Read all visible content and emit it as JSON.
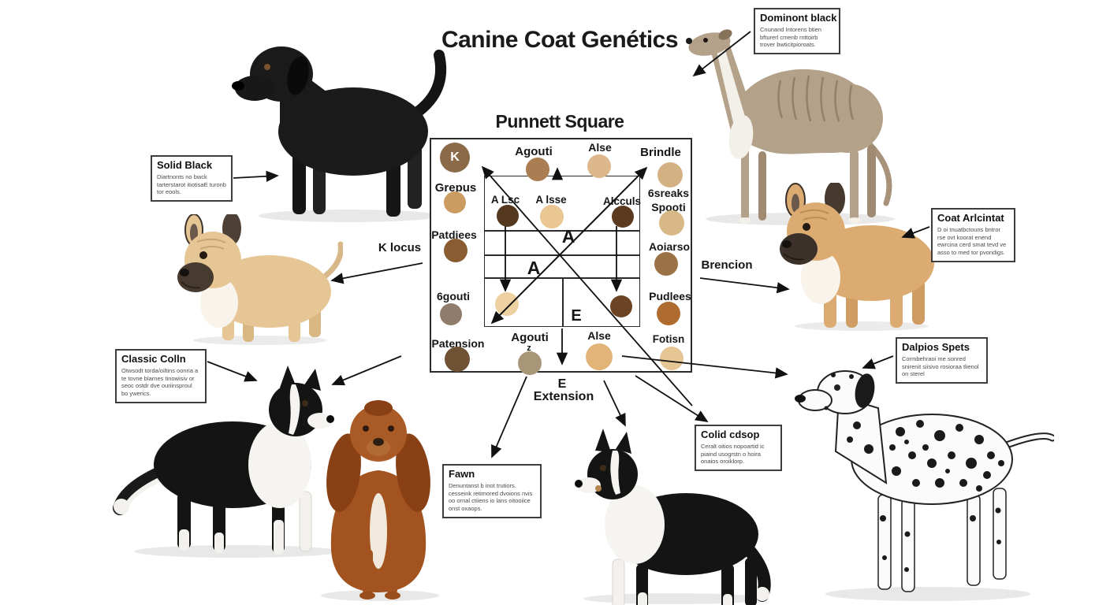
{
  "title": "Canine Coat Genétics",
  "punnett": {
    "heading": "Punnett Square",
    "letters": {
      "a_upper": "A",
      "a_lower": "A",
      "e_inner": "E",
      "z_mark": "z"
    },
    "extension": {
      "e": "E",
      "label": "Extension"
    },
    "alleles": {
      "k_circle": {
        "label": "K",
        "color": "#8a6a49"
      },
      "agouti_top": {
        "label": "Agouti",
        "color": "#ab7d52"
      },
      "alse_top": {
        "label": "Alse",
        "color": "#dcb88c"
      },
      "brindle": {
        "label": "Brindle",
        "color": "#d4b183"
      },
      "grepus": {
        "label": "Grepus",
        "color": "#cb9b62"
      },
      "a_lsc": {
        "label": "A Lsc",
        "color": "#53381f"
      },
      "a_lase": {
        "label": "A lsse",
        "color": "#e9c692"
      },
      "alcculs": {
        "label": "Alcculs",
        "color": "#5c3a1f"
      },
      "bsreaks": {
        "label": "6sreaks",
        "label2": "Spooti",
        "color": "#d9b887"
      },
      "aoiarso": {
        "label": "Aoiarso",
        "color": "#9b7146"
      },
      "pudlees": {
        "label": "Pudlees",
        "color": "#b06c30"
      },
      "patdiees": {
        "label": "Patdiees",
        "color": "#8a5c31"
      },
      "bgouti": {
        "label": "6gouti",
        "color": "#8f7c6a"
      },
      "patension": {
        "label": "Patension",
        "color": "#6f5233"
      },
      "agouti_bottom": {
        "label": "Agouti",
        "color": "#a99678"
      },
      "alse_bottom": {
        "label": "Alse",
        "color": "#e2b478"
      },
      "fotisn": {
        "label": "Fotisn",
        "color": "#e4c593"
      },
      "cream_cell": {
        "color": "#edd1a1"
      },
      "dark_cell": {
        "color": "#6a4423"
      }
    }
  },
  "arrow_labels": {
    "k_locus": "K locus",
    "brencion": "Brencion"
  },
  "boxes": {
    "solid_black": {
      "title": "Solid Black",
      "body": "Diartnonts no bwck tarterstarot itiotisaE turonb tor eools."
    },
    "dominant_black": {
      "title": "Dominont black",
      "body": "Cnunand Intorens btien bfturerl cmenb rnttoirb trover bwticitpioroats."
    },
    "coat_arkintat": {
      "title": "Coat Arlcintat",
      "body": "D oi tnuatbctouns bntror rse ovt koorat enend ewrcina cerd smat tevd ve asso to med tor pvondigs."
    },
    "classic_colln": {
      "title": "Classic Colln",
      "body": "Otwsodt torda/oiltins oonria a te tovne blarnes tinowisiv or seoc ostdr dve ouriinsproul bo ywerics."
    },
    "dalpios_spets": {
      "title": "Dalpios Spets",
      "body": "Cormbehraoi me sonred snirenit siisivo rosioraa tlienol on sterel"
    },
    "colid_cdsop": {
      "title": "Colid cdsop",
      "body": "Ceralt oitios nopoartid ic piaind usogrstn o hoira onaios oroiklorp."
    },
    "fawn": {
      "title": "Fawn",
      "body": "Denuntanst b inot trutiors. cesseink retimored dvoions nvis oo ornal ctiiens io lans oitooiice onst oxaops."
    }
  }
}
